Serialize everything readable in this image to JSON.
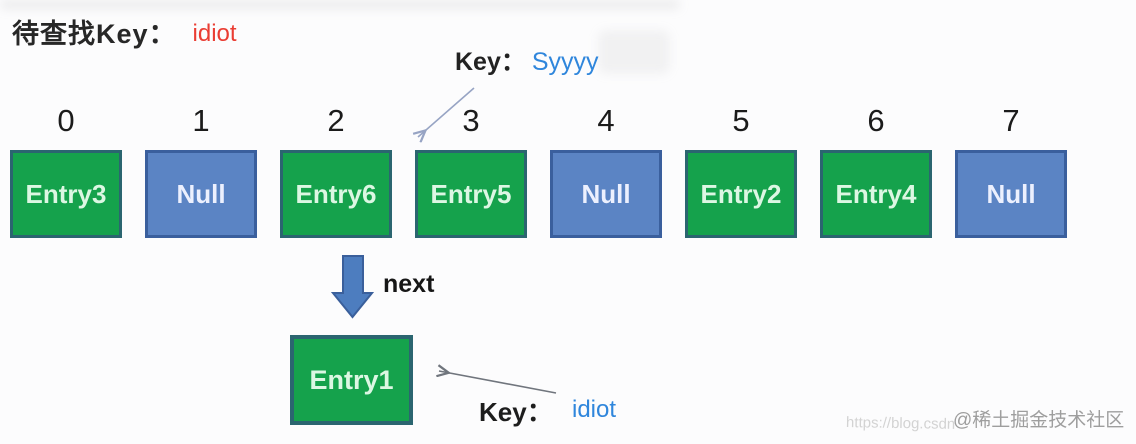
{
  "colors": {
    "entry_fill": "#15a24c",
    "entry_border": "#2b6570",
    "entry_text": "#dcf7e3",
    "null_fill": "#5b84c4",
    "null_border": "#3a5f9d",
    "null_text": "#ecf0fe",
    "red": "#ea3d33",
    "blue": "#2f86dc",
    "arrow_light": "#97a4c4",
    "arrow_dark": "#70757d",
    "arrow_block": "#4d7dbf",
    "arrow_block_border": "#3a5f9b"
  },
  "header": {
    "label": "待查找Key：",
    "value": "idiot"
  },
  "probe_key": {
    "label": "Key：",
    "value": "Syyyy"
  },
  "buckets": [
    {
      "index": "0",
      "label": "Entry3",
      "type": "entry"
    },
    {
      "index": "1",
      "label": "Null",
      "type": "null"
    },
    {
      "index": "2",
      "label": "Entry6",
      "type": "entry"
    },
    {
      "index": "3",
      "label": "Entry5",
      "type": "entry"
    },
    {
      "index": "4",
      "label": "Null",
      "type": "null"
    },
    {
      "index": "5",
      "label": "Entry2",
      "type": "entry"
    },
    {
      "index": "6",
      "label": "Entry4",
      "type": "entry"
    },
    {
      "index": "7",
      "label": "Null",
      "type": "null"
    }
  ],
  "chain": {
    "next_label": "next",
    "node_label": "Entry1",
    "key_label": "Key：",
    "key_value": "idiot"
  },
  "watermark": {
    "url": "https://blog.csdn",
    "handle": "@稀土掘金技术社区"
  }
}
